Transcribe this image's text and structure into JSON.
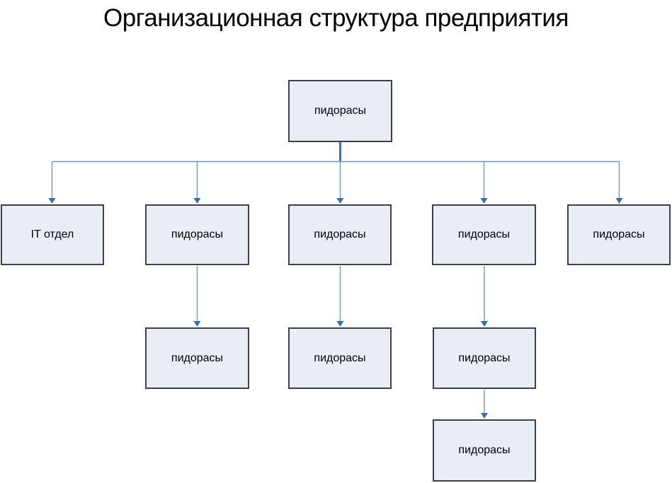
{
  "title": "Организационная структура предприятия",
  "colors": {
    "background": "#ffffff",
    "text": "#000000",
    "box_fill": "#e9edf6",
    "box_border": "#404040",
    "connector_thin": "#7195bd",
    "connector_thick": "#46719e",
    "arrowhead": "#3f6b9f"
  },
  "nodes": {
    "root": {
      "label": "пидорасы"
    },
    "level2": [
      {
        "label": "IT отдел"
      },
      {
        "label": "пидорасы"
      },
      {
        "label": "пидорасы"
      },
      {
        "label": "пидорасы"
      },
      {
        "label": "пидорасы"
      }
    ],
    "level3": [
      {
        "label": "пидорасы"
      },
      {
        "label": "пидорасы"
      },
      {
        "label": "пидорасы"
      }
    ],
    "level4": [
      {
        "label": "пидорасы"
      }
    ]
  }
}
